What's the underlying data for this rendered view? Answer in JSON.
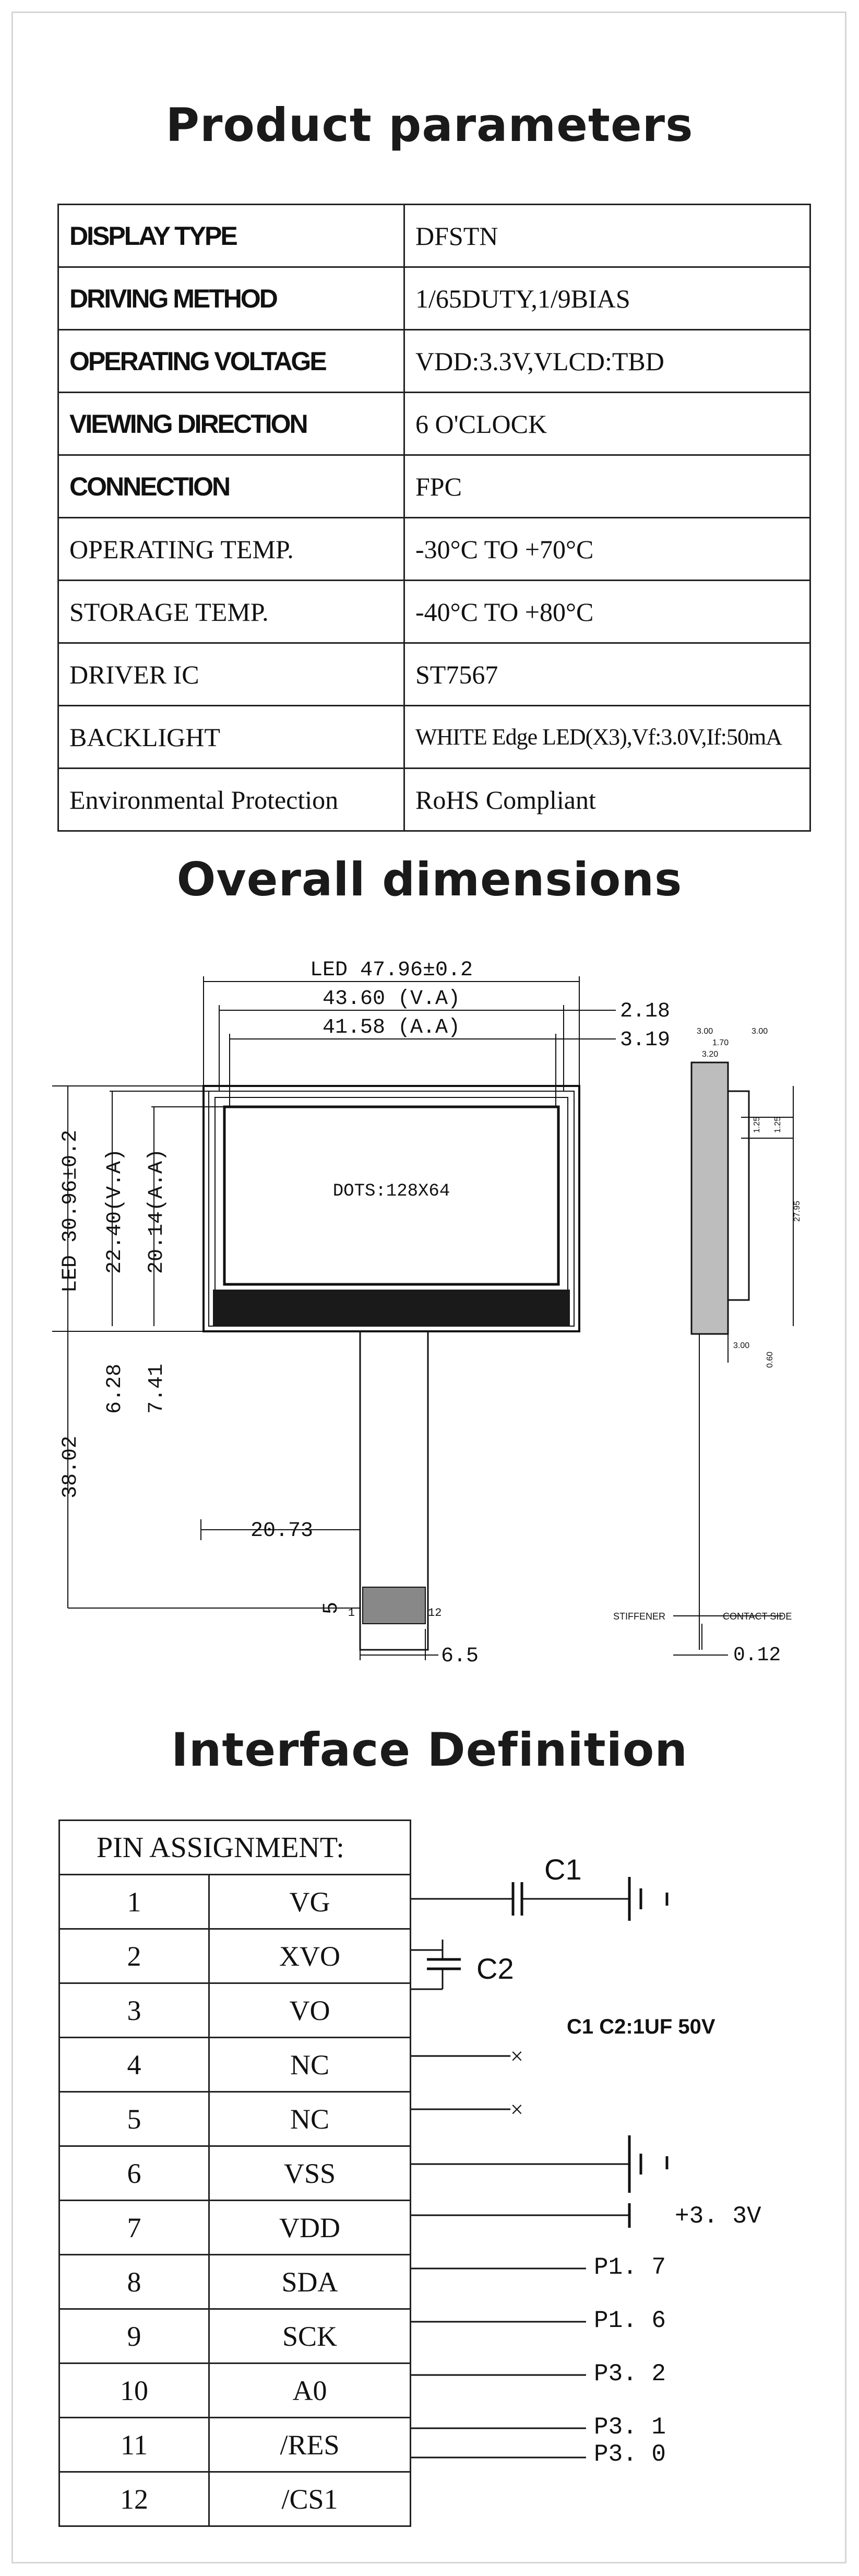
{
  "sections": {
    "parameters_title": "Product parameters",
    "dimensions_title": "Overall dimensions",
    "interface_title": "Interface Definition"
  },
  "parameters": [
    {
      "label": "DISPLAY TYPE",
      "value": "DFSTN"
    },
    {
      "label": "DRIVING METHOD",
      "value": "1/65DUTY,1/9BIAS"
    },
    {
      "label": "OPERATING VOLTAGE",
      "value": "VDD:3.3V,VLCD:TBD"
    },
    {
      "label": "VIEWING DIRECTION",
      "value": "6 O'CLOCK"
    },
    {
      "label": "CONNECTION",
      "value": "FPC"
    },
    {
      "label": "OPERATING TEMP.",
      "value": "-30°C TO +70°C"
    },
    {
      "label": "STORAGE TEMP.",
      "value": "-40°C TO +80°C"
    },
    {
      "label": "DRIVER IC",
      "value": "ST7567"
    },
    {
      "label": "BACKLIGHT",
      "value": "WHITE Edge LED(X3),Vf:3.0V,If:50mA"
    },
    {
      "label": "Environmental Protection",
      "value": "RoHS Compliant"
    }
  ],
  "drawing": {
    "led_width": "LED 47.96±0.2",
    "va_width": "43.60 (V.A)",
    "aa_width": "41.58 (A.A)",
    "dim_218": "2.18",
    "dim_319": "3.19",
    "led_height": "LED 30.96±0.2",
    "va_height": "22.40(V.A)",
    "aa_height": "20.14(A.A)",
    "dim_628": "6.28",
    "dim_741": "7.41",
    "dim_3802": "38.02",
    "dim_2073": "20.73",
    "dim_5": "5",
    "dim_65": "6.5",
    "pin_1": "1",
    "pin_12": "12",
    "dots": "DOTS:128X64",
    "side_300a": "3.00",
    "side_170": "1.70",
    "side_300b": "3.00",
    "side_320": "3.20",
    "side_125a": "1.25",
    "side_125b": "1.25",
    "side_2795": "27.95",
    "side_300c": "3.00",
    "side_060": "0.60",
    "stiffener": "STIFFENER",
    "contact_side": "CONTACT SIDE",
    "dim_012": "0.12"
  },
  "interface": {
    "header": "PIN ASSIGNMENT:",
    "pins": [
      {
        "no": "1",
        "name": "VG"
      },
      {
        "no": "2",
        "name": "XVO"
      },
      {
        "no": "3",
        "name": "VO"
      },
      {
        "no": "4",
        "name": "NC"
      },
      {
        "no": "5",
        "name": "NC"
      },
      {
        "no": "6",
        "name": "VSS"
      },
      {
        "no": "7",
        "name": "VDD"
      },
      {
        "no": "8",
        "name": "SDA"
      },
      {
        "no": "9",
        "name": "SCK"
      },
      {
        "no": "10",
        "name": "A0"
      },
      {
        "no": "11",
        "name": "/RES"
      },
      {
        "no": "12",
        "name": "/CS1"
      }
    ],
    "c1": "C1",
    "c2": "C2",
    "cap_note": "C1 C2:1UF 50V",
    "vdd_note": "+3. 3V",
    "nc_mark_4": "×",
    "nc_mark_5": "×",
    "p17": "P1. 7",
    "p16": "P1. 6",
    "p32": "P3. 2",
    "p31": "P3. 1",
    "p30": "P3. 0"
  },
  "colors": {
    "ink": "#111111",
    "frame": "#d6d6d6",
    "bar": "#1a1a1a"
  }
}
